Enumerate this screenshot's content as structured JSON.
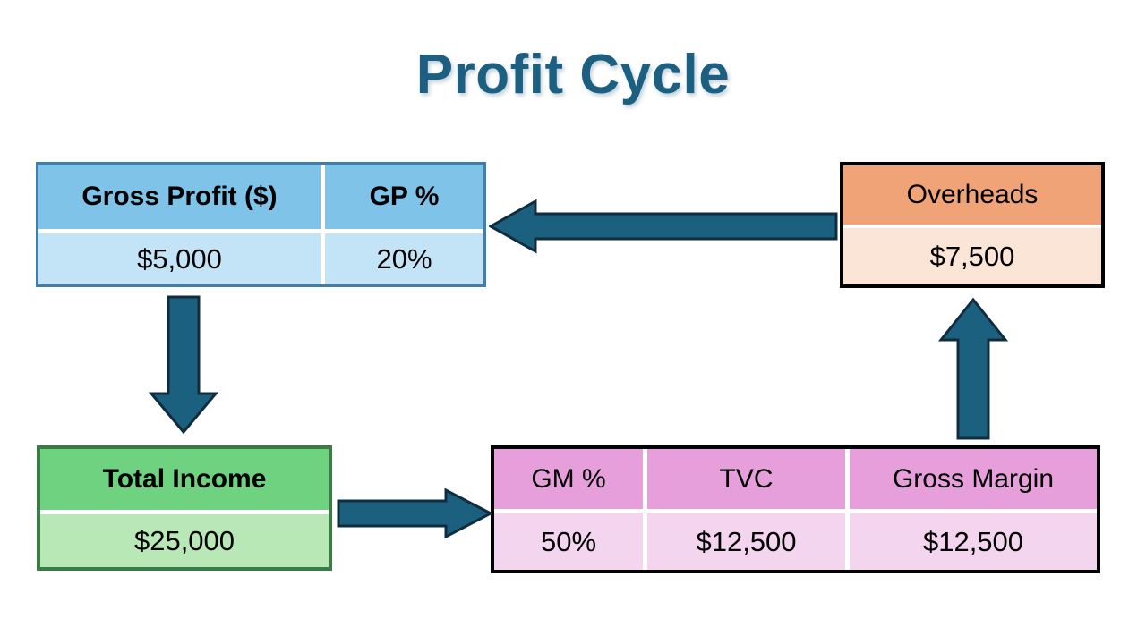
{
  "page": {
    "title": "Profit Cycle",
    "background_color": "#ffffff",
    "title_color": "#1d5f80",
    "arrow_color": "#1c6080",
    "arrow_outline_color": "#102c3d"
  },
  "gross_profit_table": {
    "name": "Gross Profit",
    "accent_header_color": "#7fc3e8",
    "accent_body_color": "#c3e3f6",
    "border_color": "#3f7fb0",
    "headers": [
      "Gross Profit ($)",
      "GP %"
    ],
    "values": [
      "$5,000",
      "20%"
    ]
  },
  "overheads_table": {
    "name": "Overheads",
    "accent_header_color": "#f0a377",
    "accent_body_color": "#fae5d6",
    "border_color": "#000000",
    "headers": [
      "Overheads"
    ],
    "values": [
      "$7,500"
    ]
  },
  "total_income_table": {
    "name": "Total Income",
    "accent_header_color": "#6ed280",
    "accent_body_color": "#b7e8b5",
    "border_color": "#3a7d44",
    "headers": [
      "Total Income"
    ],
    "values": [
      "$25,000"
    ]
  },
  "margin_table": {
    "name": "Gross Margin breakdown",
    "accent_header_color": "#e79fdb",
    "accent_body_color": "#f3d5ef",
    "border_color": "#000000",
    "headers": [
      "GM %",
      "TVC",
      "Gross Margin"
    ],
    "values": [
      "50%",
      "$12,500",
      "$12,500"
    ]
  },
  "arrows": [
    {
      "name": "overheads-to-gross-profit",
      "direction": "left"
    },
    {
      "name": "gross-profit-to-total-income",
      "direction": "down"
    },
    {
      "name": "total-income-to-margin",
      "direction": "right"
    },
    {
      "name": "margin-to-overheads",
      "direction": "up"
    }
  ],
  "chart_data": {
    "type": "diagram",
    "title": "Profit Cycle",
    "nodes": [
      {
        "id": "gross_profit",
        "label": "Gross Profit ($)",
        "columns": [
          "Gross Profit ($)",
          "GP %"
        ],
        "values": [
          "$5,000",
          "20%"
        ],
        "color": "#7fc3e8"
      },
      {
        "id": "overheads",
        "label": "Overheads",
        "columns": [
          "Overheads"
        ],
        "values": [
          "$7,500"
        ],
        "color": "#f0a377"
      },
      {
        "id": "total_income",
        "label": "Total Income",
        "columns": [
          "Total Income"
        ],
        "values": [
          "$25,000"
        ],
        "color": "#6ed280"
      },
      {
        "id": "margin",
        "label": "Gross Margin",
        "columns": [
          "GM %",
          "TVC",
          "Gross Margin"
        ],
        "values": [
          "50%",
          "$12,500",
          "$12,500"
        ],
        "color": "#e79fdb"
      }
    ],
    "edges": [
      {
        "from": "overheads",
        "to": "gross_profit",
        "direction": "left"
      },
      {
        "from": "gross_profit",
        "to": "total_income",
        "direction": "down"
      },
      {
        "from": "total_income",
        "to": "margin",
        "direction": "right"
      },
      {
        "from": "margin",
        "to": "overheads",
        "direction": "up"
      }
    ]
  }
}
